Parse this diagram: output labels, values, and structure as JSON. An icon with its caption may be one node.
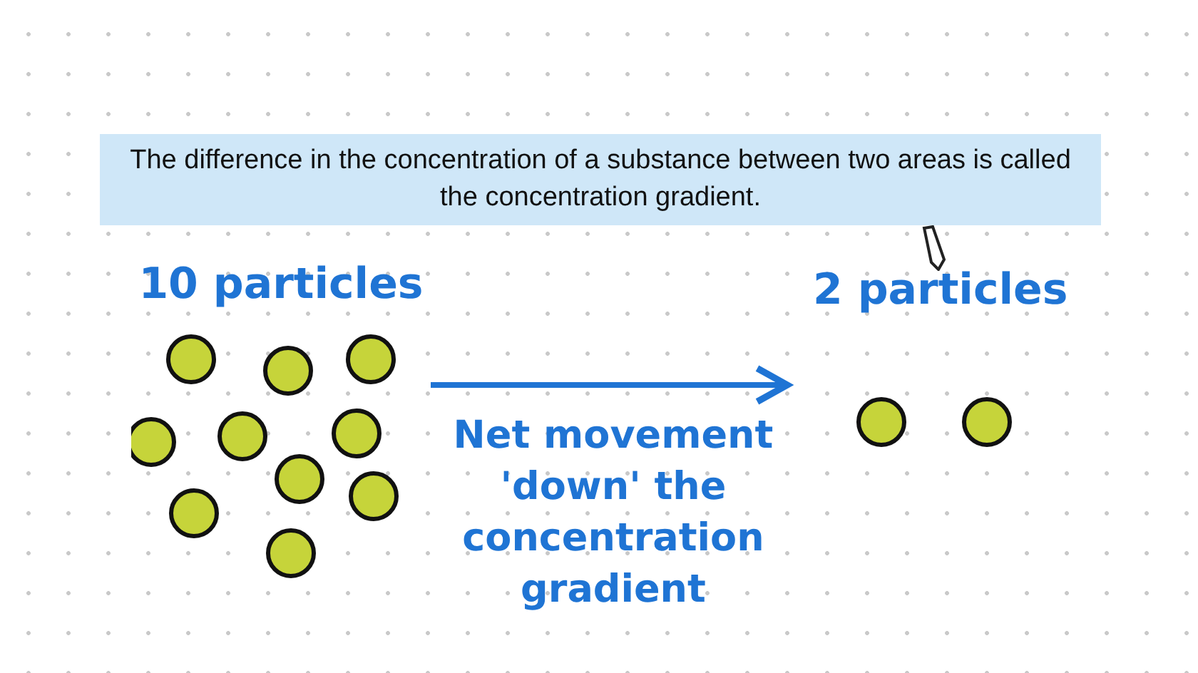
{
  "diagram": {
    "nodes": [
      {
        "text": [
          "The difference in the concentration of a substance between two areas is called the concentration gradient."
        ]
      },
      {
        "text": [
          "10 particles"
        ]
      },
      {
        "text": [
          "2 particles"
        ]
      }
    ],
    "edges": [
      {
        "from": 1,
        "to": 2,
        "arrow": "to",
        "label": "Net movement 'down' the concentration gradient"
      }
    ]
  }
}
